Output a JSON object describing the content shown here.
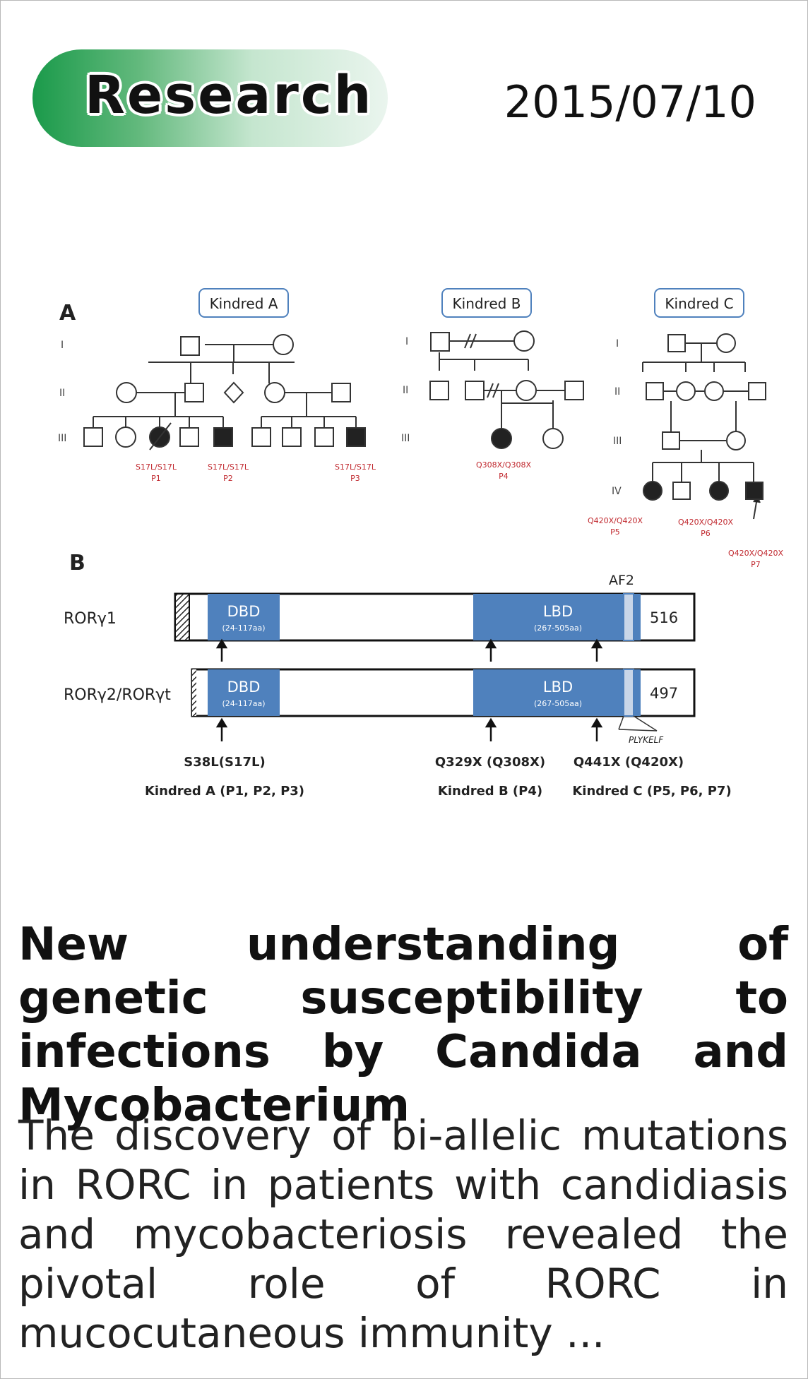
{
  "header": {
    "category": "Research",
    "date": "2015/07/10",
    "category_gradient": [
      "#1a9a4a",
      "#eaf5ee"
    ]
  },
  "figure": {
    "panel_a": {
      "label": "A",
      "generations": [
        "I",
        "II",
        "III",
        "IV"
      ],
      "kindreds": [
        {
          "name": "Kindred A",
          "patients": [
            {
              "mutation": "S17L/S17L",
              "id": "P1"
            },
            {
              "mutation": "S17L/S17L",
              "id": "P2"
            },
            {
              "mutation": "S17L/S17L",
              "id": "P3"
            }
          ]
        },
        {
          "name": "Kindred B",
          "patients": [
            {
              "mutation": "Q308X/Q308X",
              "id": "P4"
            }
          ]
        },
        {
          "name": "Kindred C",
          "patients": [
            {
              "mutation": "Q420X/Q420X",
              "id": "P5"
            },
            {
              "mutation": "Q420X/Q420X",
              "id": "P6"
            },
            {
              "mutation": "Q420X/Q420X",
              "id": "P7"
            }
          ]
        }
      ]
    },
    "panel_b": {
      "label": "B",
      "af2_label": "AF2",
      "plykelf_label": "PLYKELF",
      "isoforms": [
        {
          "name": "RORγ1",
          "length": "516"
        },
        {
          "name": "RORγ2/RORγt",
          "length": "497"
        }
      ],
      "domains": [
        {
          "name": "DBD",
          "range": "(24-117aa)"
        },
        {
          "name": "LBD",
          "range": "(267-505aa)"
        }
      ],
      "mutations": [
        {
          "change": "S38L(S17L)",
          "kindred": "Kindred A (P1, P2, P3)"
        },
        {
          "change": "Q329X (Q308X)",
          "kindred": "Kindred B (P4)"
        },
        {
          "change": "Q441X (Q420X)",
          "kindred": "Kindred C (P5, P6, P7)"
        }
      ],
      "domain_color": "#4f81bd"
    },
    "mutation_color": "#c0272d"
  },
  "article": {
    "title": "New understanding of genetic susceptibility to infections by Candida and Mycobacterium",
    "summary": "The discovery of bi-allelic mutations in RORC in patients with candidiasis and mycobacteriosis revealed the pivotal role of RORC in mucocutaneous immunity ..."
  }
}
